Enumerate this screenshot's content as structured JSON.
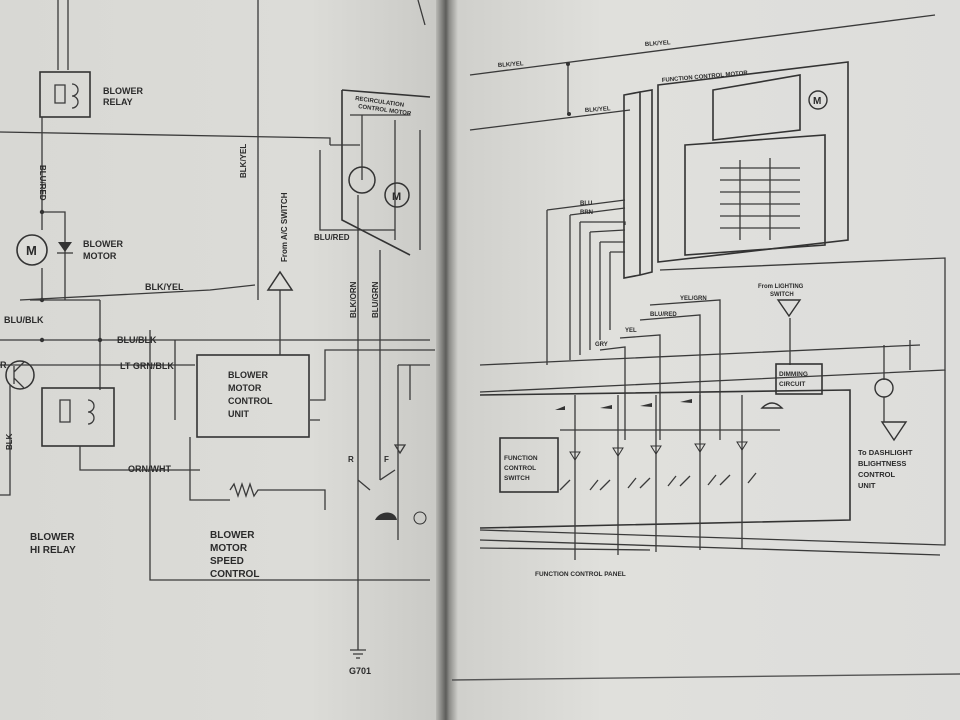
{
  "left_page": {
    "blower_relay": "BLOWER RELAY",
    "blower_relay_l1": "BLOWER",
    "blower_relay_l2": "RELAY",
    "wire_blu_red_1": "BLU/RED",
    "blower_motor_l1": "BLOWER",
    "blower_motor_l2": "MOTOR",
    "motor_symbol": "M",
    "wire_blk_yel_vert": "BLK/YEL",
    "wire_blk_yel": "BLK/YEL",
    "wire_blu_blk_1": "BLU/BLK",
    "wire_blu_blk_2": "BLU/BLK",
    "wire_lt_grn_blk": "LT GRN/BLK",
    "wire_blk": "BLK",
    "blower_hi_relay_l1": "BLOWER",
    "blower_hi_relay_l2": "HI RELAY",
    "control_unit_l1": "BLOWER",
    "control_unit_l2": "MOTOR",
    "control_unit_l3": "CONTROL",
    "control_unit_l4": "UNIT",
    "wire_orn_wht": "ORN/WHT",
    "from_ac_switch": "From A/C SWITCH",
    "wire_blu_red_2": "BLU/RED",
    "wire_blk_orn": "BLK/ORN",
    "wire_blu_grn": "BLU/GRN",
    "recirc_l1": "RECIRCULATION",
    "recirc_l2": "CONTROL MOTOR",
    "speed_control_l1": "BLOWER",
    "speed_control_l2": "MOTOR",
    "speed_control_l3": "SPEED",
    "speed_control_l4": "CONTROL",
    "switch_r": "R",
    "switch_f": "F",
    "ground": "G701",
    "partial_r": "R"
  },
  "right_page": {
    "wire_blk_yel_top": "BLK/YEL",
    "wire_blk_yel_left": "BLK/YEL",
    "wire_blk_yel_mid": "BLK/YEL",
    "function_control_motor": "FUNCTION CONTROL MOTOR",
    "motor_symbol": "M",
    "wire_blu": "BLU",
    "wire_brn": "BRN",
    "wire_yel_grn": "YEL/GRN",
    "wire_blu_red": "BLU/RED",
    "wire_yel": "YEL",
    "wire_gry": "GRY",
    "from_lighting_l1": "From LIGHTING",
    "from_lighting_l2": "SWITCH",
    "dimming_l1": "DIMMING",
    "dimming_l2": "CIRCUIT",
    "function_switch_l1": "FUNCTION",
    "function_switch_l2": "CONTROL",
    "function_switch_l3": "SWITCH",
    "dashlight_l1": "To DASHLIGHT",
    "dashlight_l2": "BLIGHTNESS",
    "dashlight_l3": "CONTROL",
    "dashlight_l4": "UNIT",
    "function_control_panel": "FUNCTION CONTROL PANEL"
  }
}
